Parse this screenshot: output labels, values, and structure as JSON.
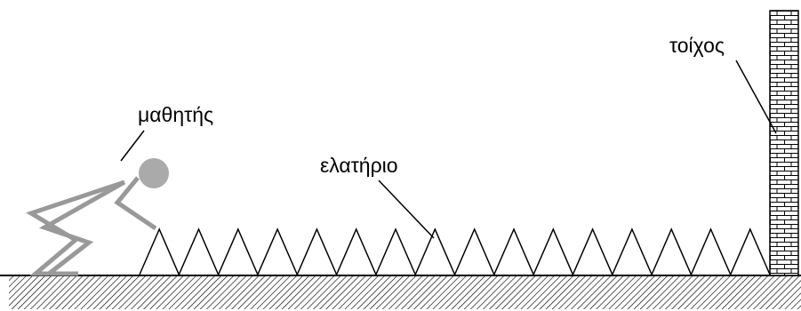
{
  "labels": {
    "student": "μαθητής",
    "spring": "ελατήριο",
    "wall": "τοίχος"
  },
  "colors": {
    "ink": "#000000",
    "student": "#999999",
    "student_head": "#aaaaaa",
    "background": "#ffffff"
  },
  "spring": {
    "peaks": 16
  }
}
